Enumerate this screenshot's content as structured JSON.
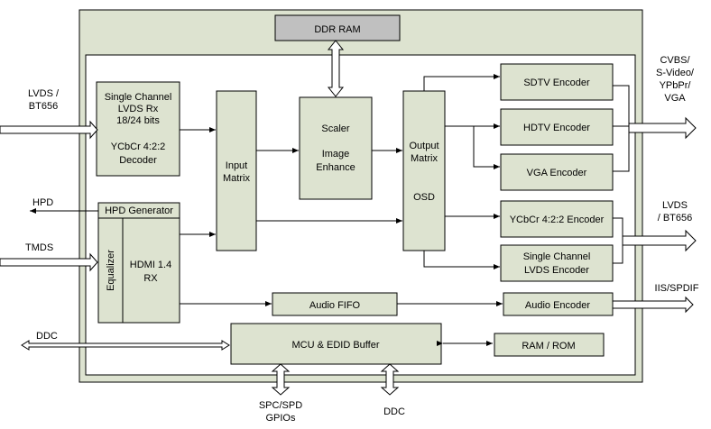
{
  "blocks": {
    "ddr_ram": "DDR RAM",
    "lvds_rx": [
      "Single Channel",
      "LVDS Rx",
      "18/24 bits",
      "YCbCr 4:2:2",
      "Decoder"
    ],
    "hpd_generator": "HPD Generator",
    "equalizer": "Equalizer",
    "hdmi_rx": [
      "HDMI 1.4",
      "RX"
    ],
    "input_matrix": [
      "Input",
      "Matrix"
    ],
    "scaler": [
      "Scaler",
      "Image",
      "Enhance"
    ],
    "output_matrix": [
      "Output",
      "Matrix",
      "OSD"
    ],
    "sdtv_encoder": "SDTV Encoder",
    "hdtv_encoder": "HDTV Encoder",
    "vga_encoder": "VGA Encoder",
    "ycbcr_encoder": "YCbCr 4:2:2 Encoder",
    "lvds_encoder": [
      "Single Channel",
      "LVDS Encoder"
    ],
    "audio_fifo": "Audio FIFO",
    "audio_encoder": "Audio Encoder",
    "mcu": "MCU & EDID Buffer",
    "ram_rom": "RAM / ROM"
  },
  "ports": {
    "lvds_in": [
      "LVDS /",
      "BT656"
    ],
    "hpd": "HPD",
    "tmds": "TMDS",
    "ddc_left": "DDC",
    "video_out": [
      "CVBS/",
      "S-Video/",
      "YPbPr/",
      "VGA"
    ],
    "lvds_out": [
      "LVDS",
      "/ BT656"
    ],
    "audio_out": "IIS/SPDIF",
    "spc": [
      "SPC/SPD",
      "GPIOs"
    ],
    "ddc_bottom": "DDC"
  }
}
